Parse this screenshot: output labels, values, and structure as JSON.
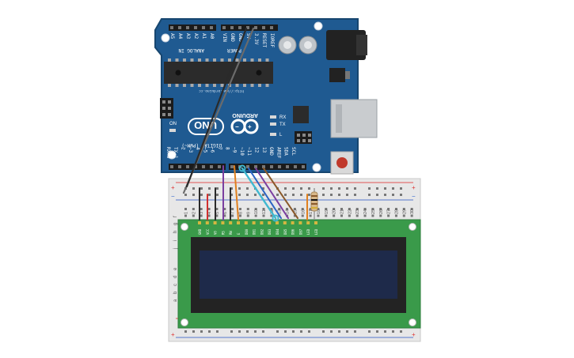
{
  "arduino": {
    "brand": "ARDUINO",
    "model": "UNO",
    "on_label": "ON",
    "tx_label": "TX",
    "rx_label": "RX",
    "l_label": "L",
    "digital_label": "DIGITAL (PWM~)",
    "analog_label": "ANALOG IN",
    "power_label": "POWER",
    "url_text": "http://www.arduino.cc",
    "analog_pins": [
      "A5",
      "A4",
      "A3",
      "A2",
      "A1",
      "A0"
    ],
    "power_pins": [
      "VIN",
      "GND",
      "GND",
      "5V",
      "3.3V",
      "RESET",
      "IOREF"
    ],
    "digital_pins": [
      "SCL",
      "SDA",
      "AREF",
      "GND",
      "13",
      "12",
      "~11",
      "~10",
      "~9",
      "8",
      "7",
      "~6",
      "~5",
      "4",
      "~3",
      "2",
      "TX→1",
      "RX←0"
    ],
    "colors": {
      "board": "#1f5a91",
      "board_edge": "#17466f",
      "chip": "#2b2b2b",
      "reset_button": "#c0392b"
    }
  },
  "breadboard": {
    "column_numbers": [
      "1",
      "2",
      "3",
      "4",
      "5",
      "6",
      "7",
      "8",
      "9",
      "10",
      "11",
      "12",
      "13",
      "14",
      "15",
      "16",
      "17",
      "18",
      "19",
      "20",
      "21",
      "22",
      "23",
      "24",
      "25",
      "26",
      "27",
      "28",
      "29",
      "30"
    ],
    "row_letters_lower": [
      "a",
      "b",
      "c",
      "d",
      "e"
    ],
    "row_letters_upper": [
      "f",
      "g",
      "h",
      "i",
      "j"
    ],
    "plus_sign": "+",
    "minus_sign": "−"
  },
  "lcd": {
    "pin_labels": [
      "GND",
      "VCC",
      "V0",
      "RS",
      "RW",
      "E",
      "DB0",
      "DB1",
      "DB2",
      "DB3",
      "DB4",
      "DB5",
      "DB6",
      "DB7",
      "LED",
      "LED"
    ],
    "colors": {
      "pcb": "#3a9a4a",
      "bezel": "#232323",
      "screen": "#1e2a4a"
    }
  },
  "wires": {
    "colors": {
      "black": "#2a2a2a",
      "red": "#d12f2f",
      "purple": "#7b3fa0",
      "orange": "#e0801f",
      "cyan": "#3fb8d0",
      "blue": "#2a64c4",
      "brown": "#8a5a2b",
      "grey": "#6b6b6b"
    }
  }
}
